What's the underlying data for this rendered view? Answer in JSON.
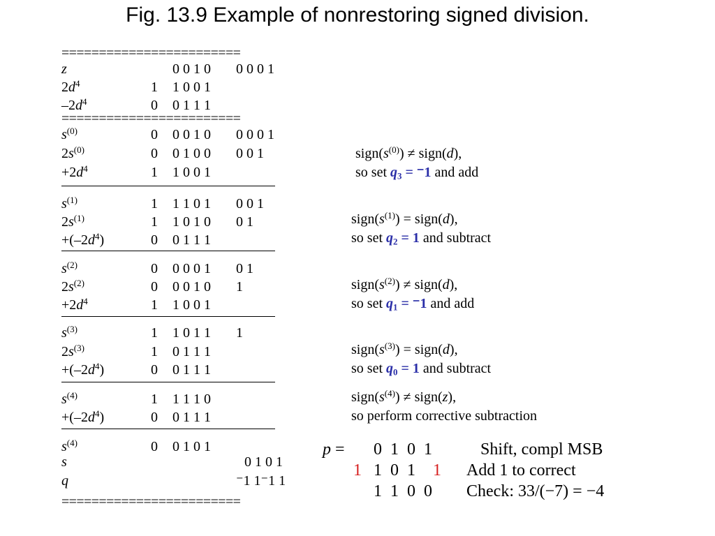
{
  "title": "Fig. 13.9 Example of nonrestoring signed division.",
  "rule_text": "========================",
  "rows": [
    {
      "label_pre": "",
      "label_sym": "z",
      "label_sup": "",
      "label_post": "",
      "sign": "",
      "bits": "0 0 1 0",
      "bits2": "0 0 0 1"
    },
    {
      "label_pre": "2",
      "label_sym": "d",
      "label_sup": "4",
      "label_post": "",
      "sign": "1",
      "bits": "1 0 0 1",
      "bits2": ""
    },
    {
      "label_pre": "–2",
      "label_sym": "d",
      "label_sup": "4",
      "label_post": "",
      "sign": "0",
      "bits": "0 1 1 1",
      "bits2": ""
    },
    {
      "label_pre": "",
      "label_sym": "s",
      "label_sup": "(0)",
      "label_post": "",
      "sign": "0",
      "bits": "0 0 1 0",
      "bits2": "0 0 0 1"
    },
    {
      "label_pre": "2",
      "label_sym": "s",
      "label_sup": "(0)",
      "label_post": "",
      "sign": "0",
      "bits": "0 1 0 0",
      "bits2": "0 0 1"
    },
    {
      "label_pre": "+2",
      "label_sym": "d",
      "label_sup": "4",
      "label_post": "",
      "sign": "1",
      "bits": "1 0 0 1",
      "bits2": ""
    },
    {
      "label_pre": "",
      "label_sym": "s",
      "label_sup": "(1)",
      "label_post": "",
      "sign": "1",
      "bits": "1 1 0 1",
      "bits2": "0 0 1"
    },
    {
      "label_pre": "2",
      "label_sym": "s",
      "label_sup": "(1)",
      "label_post": "",
      "sign": "1",
      "bits": "1 0 1 0",
      "bits2": "0 1"
    },
    {
      "label_pre": "+(–2",
      "label_sym": "d",
      "label_sup": "4",
      "label_post": ")",
      "sign": "0",
      "bits": "0 1 1 1",
      "bits2": ""
    },
    {
      "label_pre": "",
      "label_sym": "s",
      "label_sup": "(2)",
      "label_post": "",
      "sign": "0",
      "bits": "0 0 0 1",
      "bits2": "0 1"
    },
    {
      "label_pre": "2",
      "label_sym": "s",
      "label_sup": "(2)",
      "label_post": "",
      "sign": "0",
      "bits": "0 0 1 0",
      "bits2": "1"
    },
    {
      "label_pre": "+2",
      "label_sym": "d",
      "label_sup": "4",
      "label_post": "",
      "sign": "1",
      "bits": "1 0 0 1",
      "bits2": ""
    },
    {
      "label_pre": "",
      "label_sym": "s",
      "label_sup": "(3)",
      "label_post": "",
      "sign": "1",
      "bits": "1 0 1 1",
      "bits2": "1"
    },
    {
      "label_pre": "2",
      "label_sym": "s",
      "label_sup": "(3)",
      "label_post": "",
      "sign": "1",
      "bits": "0 1 1 1",
      "bits2": ""
    },
    {
      "label_pre": "+(–2",
      "label_sym": "d",
      "label_sup": "4",
      "label_post": ")",
      "sign": "0",
      "bits": "0 1 1 1",
      "bits2": ""
    },
    {
      "label_pre": "",
      "label_sym": "s",
      "label_sup": "(4)",
      "label_post": "",
      "sign": "1",
      "bits": "1 1 1 0",
      "bits2": ""
    },
    {
      "label_pre": "+(–2",
      "label_sym": "d",
      "label_sup": "4",
      "label_post": ")",
      "sign": "0",
      "bits": "0 1 1 1",
      "bits2": ""
    },
    {
      "label_pre": "",
      "label_sym": "s",
      "label_sup": "(4)",
      "label_post": "",
      "sign": "0",
      "bits": "0 1 0 1",
      "bits2": ""
    }
  ],
  "results": [
    {
      "label": "s",
      "value": "0 1 0 1"
    },
    {
      "label": "q",
      "value": "⁻1 1⁻1 1"
    }
  ],
  "notes": [
    {
      "line1_a": "sign(",
      "line1_sym": "s",
      "line1_sup": "(0)",
      "line1_b": ") ≠ sign(",
      "line1_sym2": "d",
      "line1_c": "),",
      "line2_a": "so set ",
      "q_sym": "q",
      "q_sub": "3",
      "q_val": " = ⁻1",
      "line2_b": " and add"
    },
    {
      "line1_a": "sign(",
      "line1_sym": "s",
      "line1_sup": "(1)",
      "line1_b": ") = sign(",
      "line1_sym2": "d",
      "line1_c": "),",
      "line2_a": "so set ",
      "q_sym": "q",
      "q_sub": "2",
      "q_val": " = 1",
      "line2_b": " and subtract"
    },
    {
      "line1_a": "sign(",
      "line1_sym": "s",
      "line1_sup": "(2)",
      "line1_b": ") ≠ sign(",
      "line1_sym2": "d",
      "line1_c": "),",
      "line2_a": "so set ",
      "q_sym": "q",
      "q_sub": "1",
      "q_val": " = ⁻1",
      "line2_b": " and add"
    },
    {
      "line1_a": "sign(",
      "line1_sym": "s",
      "line1_sup": "(3)",
      "line1_b": ") = sign(",
      "line1_sym2": "d",
      "line1_c": "),",
      "line2_a": "so set ",
      "q_sym": "q",
      "q_sub": "0",
      "q_val": " = 1",
      "line2_b": " and subtract"
    },
    {
      "line1_a": "sign(",
      "line1_sym": "s",
      "line1_sup": "(4)",
      "line1_b": ") ≠ sign(",
      "line1_sym2": "z",
      "line1_c": "),",
      "line2_a": "so perform corrective subtraction",
      "q_sym": "",
      "q_sub": "",
      "q_val": "",
      "line2_b": ""
    }
  ],
  "p_calc": {
    "label": "p =",
    "row1_bits": "0  1  0  1",
    "row1_note": "Shift, compl MSB",
    "row2_lead": "1",
    "row2_mid": "1  0  1",
    "row2_tail": "1",
    "row2_note": "Add 1 to correct",
    "row3_bits": "1  1  0  0",
    "row3_note": "Check: 33/(−7) = −4"
  },
  "colors": {
    "quotient_digit": "#2b2fa8",
    "correction_bit": "#d62020"
  }
}
